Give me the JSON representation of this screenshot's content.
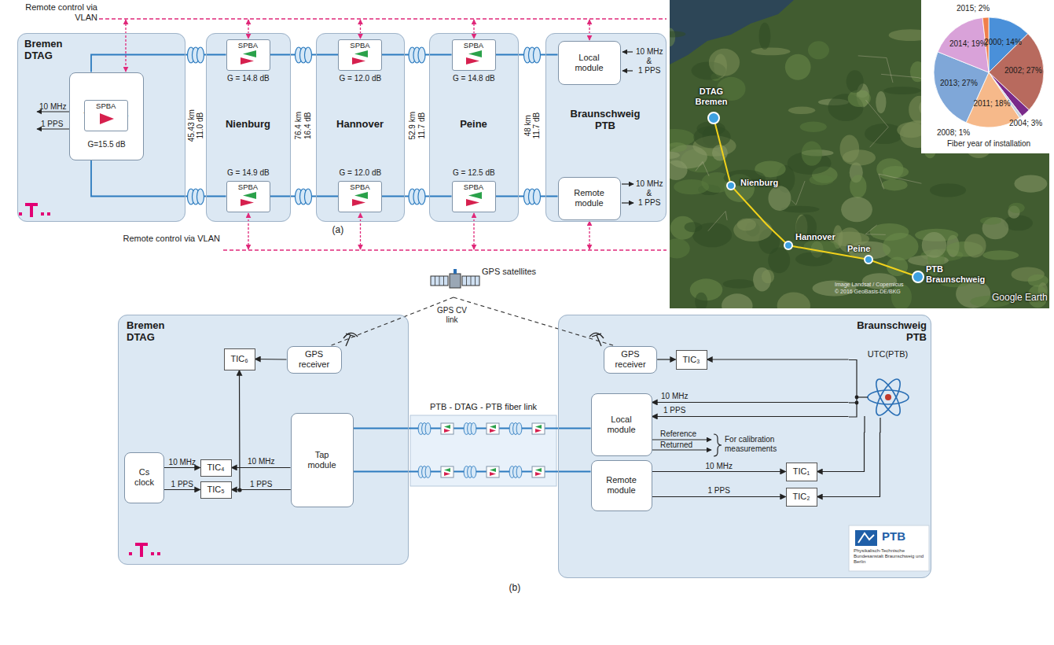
{
  "diagram": {
    "nodes": [
      {
        "text": [
          "Bremen DTAG"
        ]
      },
      {
        "text": [
          "Tap module"
        ],
        "in": 0
      },
      {
        "text": [
          "SPBA"
        ],
        "in": 1
      },
      {
        "text": [
          "Nienburg"
        ]
      },
      {
        "text": [
          "SPBA"
        ],
        "in": 3
      },
      {
        "text": [
          "SPBA"
        ],
        "in": 3
      },
      {
        "text": [
          "Hannover"
        ]
      },
      {
        "text": [
          "SPBA"
        ],
        "in": 6
      },
      {
        "text": [
          "SPBA"
        ],
        "in": 6
      },
      {
        "text": [
          "Peine"
        ]
      },
      {
        "text": [
          "SPBA"
        ],
        "in": 9
      },
      {
        "text": [
          "SPBA"
        ],
        "in": 9
      },
      {
        "text": [
          "Braunschweig PTB"
        ]
      },
      {
        "text": [
          "Local module"
        ],
        "in": 12
      },
      {
        "text": [
          "Remote module"
        ],
        "in": 12
      },
      {
        "text": [
          "GPS satellites"
        ]
      },
      {
        "text": [
          "Bremen DTAG"
        ]
      },
      {
        "text": [
          "TIC₆"
        ],
        "in": 16
      },
      {
        "text": [
          "GPS receiver"
        ],
        "in": 16
      },
      {
        "text": [
          "Cs clock"
        ],
        "in": 16
      },
      {
        "text": [
          "TIC₄"
        ],
        "in": 16
      },
      {
        "text": [
          "TIC₅"
        ],
        "in": 16
      },
      {
        "text": [
          "Tap module"
        ],
        "in": 16
      },
      {
        "text": [
          "Braunschweig PTB"
        ]
      },
      {
        "text": [
          "GPS receiver"
        ],
        "in": 23
      },
      {
        "text": [
          "TIC₃"
        ],
        "in": 23
      },
      {
        "text": [
          "UTC(PTB)"
        ],
        "in": 23
      },
      {
        "text": [
          "Local module"
        ],
        "in": 23
      },
      {
        "text": [
          "Remote module"
        ],
        "in": 23
      },
      {
        "text": [
          "TIC₁"
        ],
        "in": 23
      },
      {
        "text": [
          "TIC₂"
        ],
        "in": 23
      }
    ],
    "edges": [
      {
        "from": 1,
        "to": 4,
        "arrow": "none"
      },
      {
        "from": 4,
        "to": 7,
        "arrow": "none"
      },
      {
        "from": 7,
        "to": 10,
        "arrow": "none"
      },
      {
        "from": 10,
        "to": 13,
        "arrow": "none"
      },
      {
        "from": 1,
        "to": 5,
        "arrow": "none"
      },
      {
        "from": 5,
        "to": 8,
        "arrow": "none"
      },
      {
        "from": 8,
        "to": 11,
        "arrow": "none"
      },
      {
        "from": 11,
        "to": 14,
        "arrow": "none"
      },
      {
        "from": 15,
        "to": 18,
        "arrow": "none"
      },
      {
        "from": 15,
        "to": 24,
        "arrow": "none"
      },
      {
        "from": 18,
        "to": 17,
        "arrow": "to"
      },
      {
        "from": 19,
        "to": 20,
        "arrow": "to",
        "label": "10 MHz"
      },
      {
        "from": 19,
        "to": 21,
        "arrow": "to",
        "label": "1 PPS"
      },
      {
        "from": 22,
        "to": 20,
        "arrow": "to",
        "label": "10 MHz"
      },
      {
        "from": 22,
        "to": 21,
        "arrow": "to",
        "label": "1 PPS"
      },
      {
        "from": 22,
        "to": 17,
        "arrow": "to"
      },
      {
        "from": 22,
        "to": 27,
        "arrow": "none"
      },
      {
        "from": 22,
        "to": 28,
        "arrow": "none"
      },
      {
        "from": 24,
        "to": 25,
        "arrow": "to"
      },
      {
        "from": 26,
        "to": 25,
        "arrow": "to"
      },
      {
        "from": 26,
        "to": 27,
        "arrow": "to",
        "label": "10 MHz"
      },
      {
        "from": 26,
        "to": 27,
        "arrow": "to",
        "label": "1 PPS"
      },
      {
        "from": 26,
        "to": 29,
        "arrow": "to"
      },
      {
        "from": 26,
        "to": 30,
        "arrow": "to"
      },
      {
        "from": 28,
        "to": 29,
        "arrow": "to",
        "label": "10 MHz"
      },
      {
        "from": 28,
        "to": 30,
        "arrow": "to",
        "label": "1 PPS"
      }
    ],
    "labels": [
      "Remote control via VLAN",
      "10 MHz",
      "1 PPS",
      "G=15.5 dB",
      "45.43 km",
      "11.0 dB",
      "G = 14.8 dB",
      "G = 14.9 dB",
      "76.4 km",
      "16.4 dB",
      "G = 12.0 dB",
      "G = 12.0 dB",
      "52.9 km",
      "11.7 dB",
      "G = 14.8 dB",
      "G = 12.5 dB",
      "48 km",
      "11.7 dB",
      "10 MHz",
      "&",
      "1 PPS",
      "10 MHz",
      "&",
      "1 PPS",
      "Remote control via VLAN",
      "(a)",
      "DTAG Bremen",
      "Nienburg",
      "Hannover",
      "Peine",
      "PTB Braunschweig",
      "Image Landsat / Copernicus",
      "© 2016 GeoBasis-DE/BKG",
      "Google Earth",
      "2015; 2%",
      "2000; 14%",
      "2002; 27%",
      "2004; 3%",
      "2008; 1%",
      "2011; 18%",
      "2013; 27%",
      "2014; 19%",
      "Fiber year of installation",
      "GPS CV link",
      "PTB - DTAG - PTB fiber link",
      "Reference",
      "Returned",
      "For calibration measurements",
      "PTB",
      "Physikalisch-Technische Bundesanstalt Braunschweig und Berlin",
      "(b)"
    ]
  }
}
